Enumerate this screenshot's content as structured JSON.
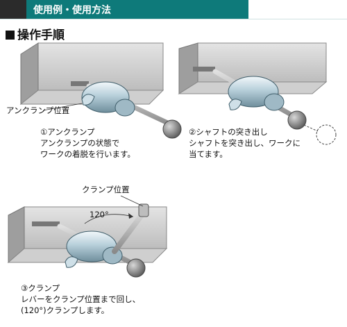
{
  "header": {
    "title": "使用例・使用方法"
  },
  "section": {
    "title": "操作手順"
  },
  "labels": {
    "unclamp_position": "アンクランプ位置",
    "clamp_position": "クランプ位置",
    "angle": "120°"
  },
  "steps": [
    {
      "lines": [
        "①アンクランプ",
        "アンクランプの状態で",
        "ワークの着脱を行います。"
      ]
    },
    {
      "lines": [
        "②シャフトの突き出し",
        "シャフトを突き出し、ワークに",
        "当てます。"
      ]
    },
    {
      "lines": [
        "③クランプ",
        "レバーをクランプ位置まで回し、",
        "(120°)クランプします。"
      ]
    }
  ]
}
